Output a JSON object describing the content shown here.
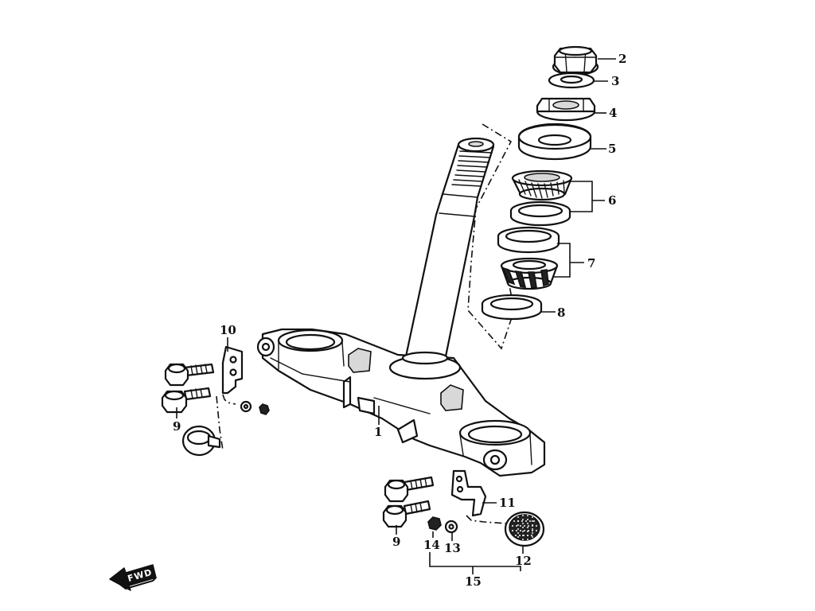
{
  "diagram": {
    "callouts": {
      "c1": "1",
      "c2": "2",
      "c3": "3",
      "c4": "4",
      "c5": "5",
      "c6": "6",
      "c7": "7",
      "c8": "8",
      "c9a": "9",
      "c9b": "9",
      "c10": "10",
      "c11": "11",
      "c12": "12",
      "c13": "13",
      "c14": "14",
      "c15": "15"
    },
    "direction_arrow": {
      "label": "FWD"
    }
  }
}
